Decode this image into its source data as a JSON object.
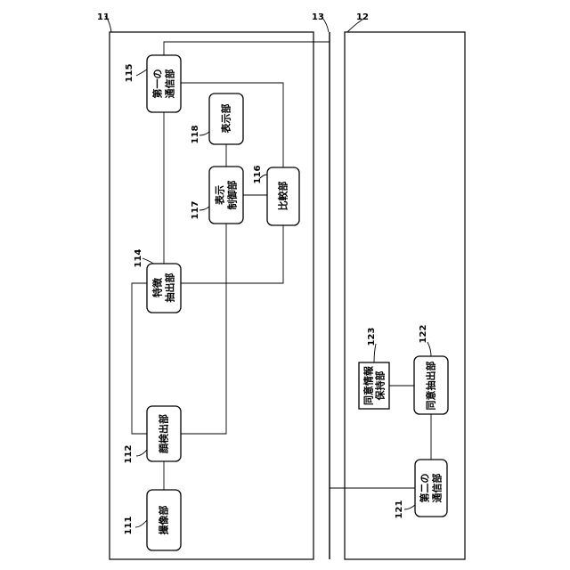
{
  "device_11": {
    "ref": "11",
    "blocks": {
      "b111": {
        "ref": "111",
        "lines": [
          "撮像部"
        ]
      },
      "b112": {
        "ref": "112",
        "lines": [
          "顔検出部"
        ]
      },
      "b114": {
        "ref": "114",
        "lines": [
          "特徴",
          "抽出部"
        ]
      },
      "b115": {
        "ref": "115",
        "lines": [
          "第一の",
          "通信部"
        ]
      },
      "b116": {
        "ref": "116",
        "lines": [
          "比較部"
        ]
      },
      "b117": {
        "ref": "117",
        "lines": [
          "表示",
          "制御部"
        ]
      },
      "b118": {
        "ref": "118",
        "lines": [
          "表示部"
        ]
      }
    }
  },
  "network_13": {
    "ref": "13"
  },
  "device_12": {
    "ref": "12",
    "blocks": {
      "b121": {
        "ref": "121",
        "lines": [
          "第二の",
          "通信部"
        ]
      },
      "b122": {
        "ref": "122",
        "lines": [
          "同意抽出部"
        ]
      },
      "b123": {
        "ref": "123",
        "lines": [
          "同意情報",
          "保持部"
        ]
      }
    }
  }
}
